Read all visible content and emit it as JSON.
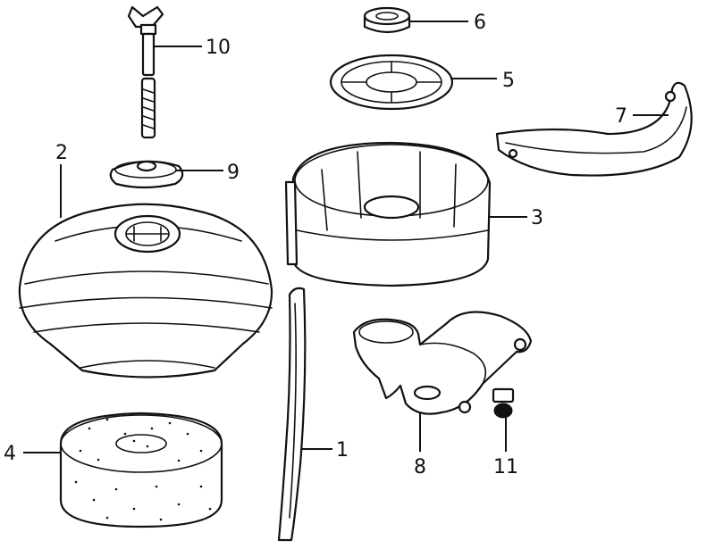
{
  "diagram": {
    "line_color": "#111111",
    "background": "#ffffff",
    "callouts": [
      {
        "id": "c1",
        "label": "1"
      },
      {
        "id": "c2",
        "label": "2"
      },
      {
        "id": "c3",
        "label": "3"
      },
      {
        "id": "c4",
        "label": "4"
      },
      {
        "id": "c5",
        "label": "5"
      },
      {
        "id": "c6",
        "label": "6"
      },
      {
        "id": "c7",
        "label": "7"
      },
      {
        "id": "c8",
        "label": "8"
      },
      {
        "id": "c9",
        "label": "9"
      },
      {
        "id": "c10",
        "label": "10"
      },
      {
        "id": "c11",
        "label": "11"
      }
    ]
  }
}
